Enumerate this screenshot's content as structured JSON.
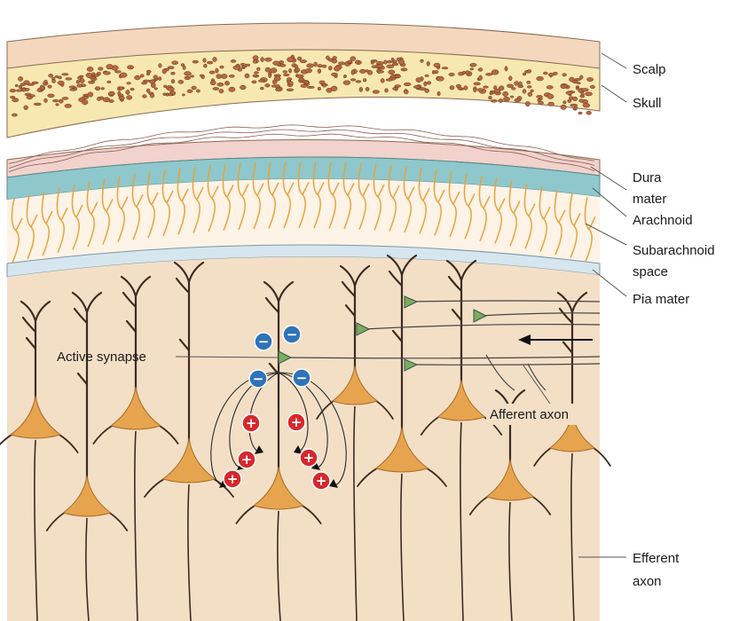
{
  "labels": {
    "scalp": "Scalp",
    "skull": "Skull",
    "dura_1": "Dura",
    "dura_2": "mater",
    "arachnoid": "Arachnoid",
    "subarachnoid_1": "Subarachnoid",
    "subarachnoid_2": "space",
    "pia": "Pia mater",
    "active_synapse": "Active synapse",
    "afferent_axon": "Afferent axon",
    "efferent_1": "Efferent",
    "efferent_2": "axon"
  },
  "charges": {
    "negative": "−",
    "positive": "+"
  },
  "colors": {
    "scalp": "#f4d8bd",
    "skull": "#f7e8b2",
    "bone_dot": "#b8683e",
    "dura": "#f1d2cc",
    "arachnoid": "#8ec8cc",
    "subarachnoid": "#fdf3e6",
    "trabeculae": "#e8a23a",
    "pia": "#d6e6ee",
    "cortex": "#f3dfc6",
    "neuron": "#e6a44e",
    "dendrite": "#3d2b1f",
    "negative_ion": "#2f73b8",
    "positive_ion": "#d6282c",
    "synapse": "#7cab5c"
  }
}
